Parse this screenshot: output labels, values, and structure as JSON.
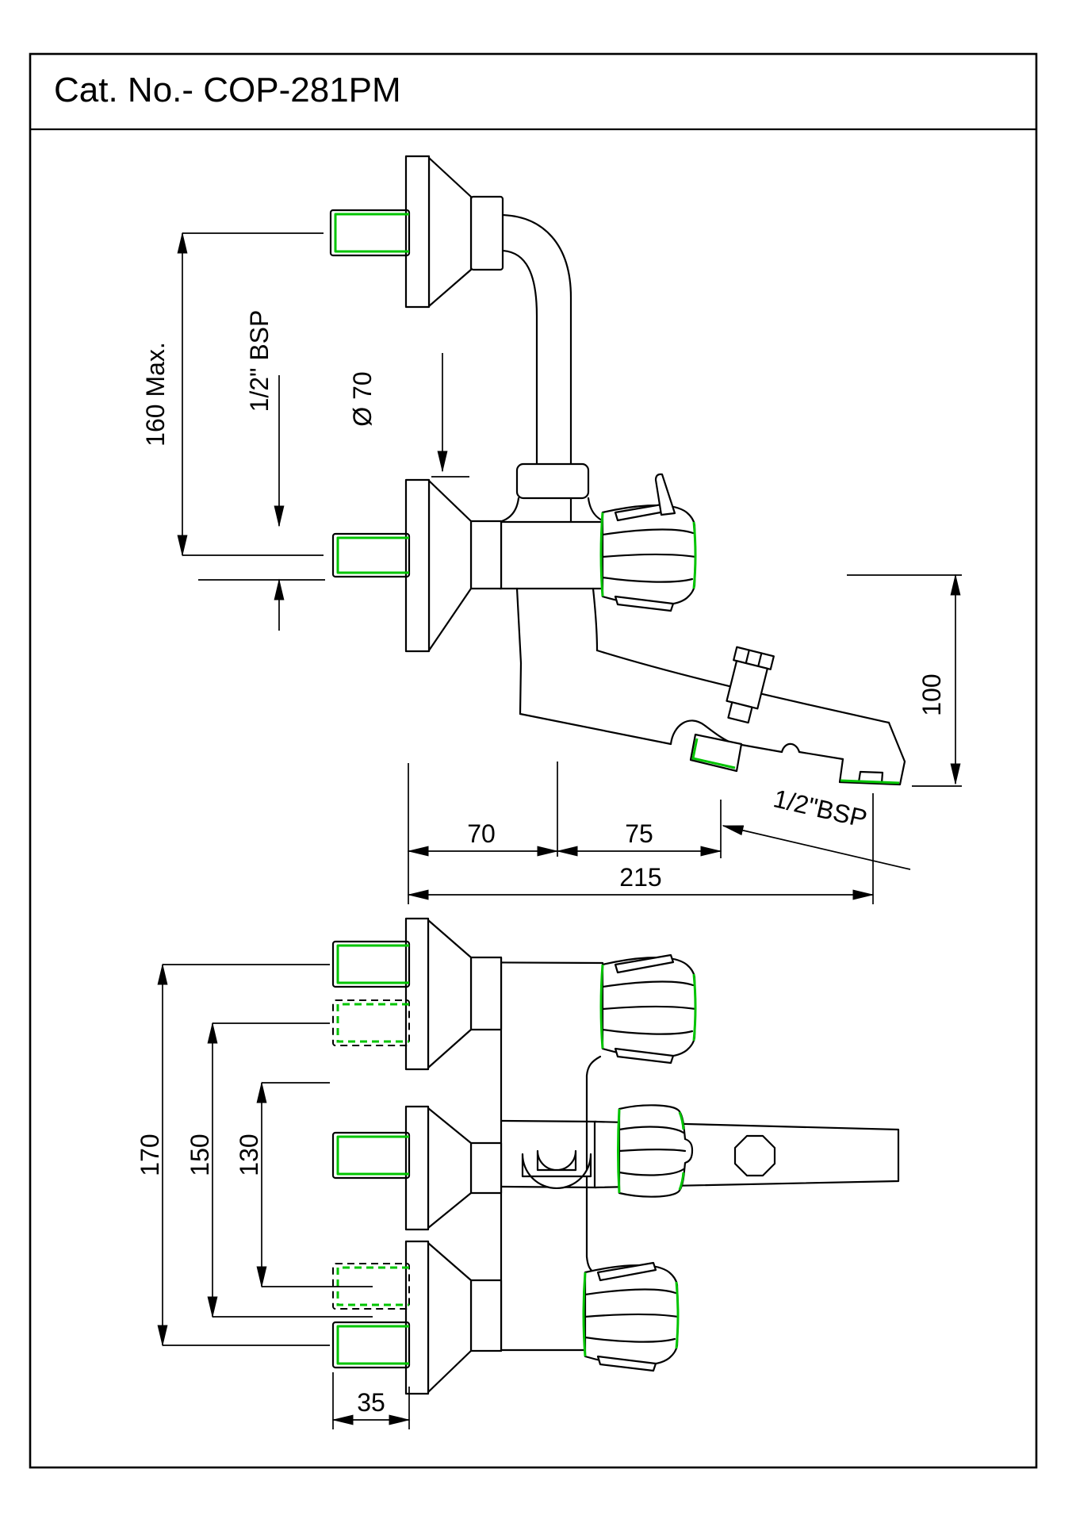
{
  "page": {
    "title": "Cat. No.- COP-281PM"
  },
  "colors": {
    "line": "#000000",
    "highlight_green": "#00c400",
    "background": "#ffffff"
  },
  "views": {
    "side": {
      "name": "side-elevation",
      "dims": {
        "height_max": "160 Max.",
        "inlet_thread": "1/2\" BSP",
        "flange_diameter": "Ø 70",
        "spout_drop": "100",
        "wall_to_spout_axis": "70",
        "spout_axis_to_shower": "75",
        "total_reach": "215",
        "shower_outlet_thread": "1/2\"BSP"
      }
    },
    "front": {
      "name": "front-elevation",
      "dims": {
        "outer_inlet_span": "170",
        "mid_inlet_span": "150",
        "inner_inlet_span": "130",
        "stub_length": "35"
      }
    }
  }
}
